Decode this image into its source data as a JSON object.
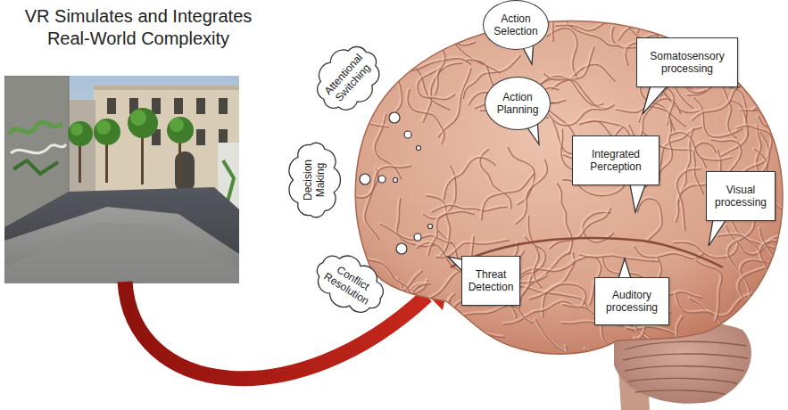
{
  "diagram": {
    "title": "VR Simulates and Integrates Real-World Complexity",
    "nodes": [
      {
        "text": [
          "Action Selection"
        ]
      },
      {
        "text": [
          "Attentional Switching"
        ]
      },
      {
        "text": [
          "Somatosensory processing"
        ]
      },
      {
        "text": [
          "Action Planning"
        ]
      },
      {
        "text": [
          "Integrated Perception"
        ]
      },
      {
        "text": [
          "Decision Making"
        ]
      },
      {
        "text": [
          "Visual processing"
        ]
      },
      {
        "text": [
          "Conflict Resolution"
        ]
      },
      {
        "text": [
          "Threat Detection"
        ]
      },
      {
        "text": [
          "Auditory processing"
        ]
      }
    ],
    "edges": []
  }
}
